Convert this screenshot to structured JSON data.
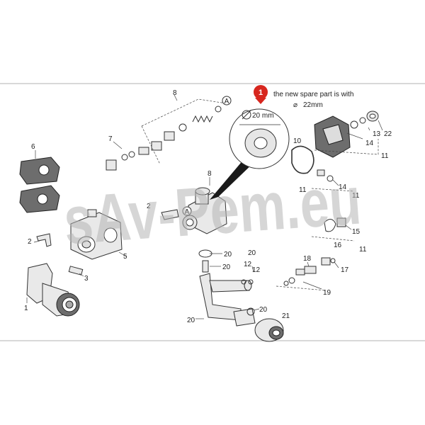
{
  "diagram": {
    "callout": {
      "badge_number": "1",
      "line1": "the new spare part is with",
      "line2": "22mm",
      "diameter_label": "20 mm",
      "diameter_symbol": "⌀"
    },
    "watermark": "sAv-Pem.eu",
    "reference_marker": "A",
    "colors": {
      "badge": "#d7261e",
      "watermark": "#b4b4b4",
      "line": "#333333"
    },
    "labels": {
      "l1": "1",
      "l2a": "2",
      "l2b": "2",
      "l3": "3",
      "l5": "5",
      "l6": "6",
      "l7": "7",
      "l8a": "8",
      "l8b": "8",
      "l10": "10",
      "l11a": "11",
      "l11b": "11",
      "l11c": "11",
      "l11d": "11",
      "l12a": "12",
      "l12b": "12",
      "l13": "13",
      "l14a": "14",
      "l14b": "14",
      "l15": "15",
      "l16": "16",
      "l17": "17",
      "l18": "18",
      "l19": "19",
      "l20a": "20",
      "l20b": "20",
      "l20c": "20",
      "l20d": "20",
      "l20e": "20",
      "l21": "21",
      "l22": "22"
    }
  }
}
